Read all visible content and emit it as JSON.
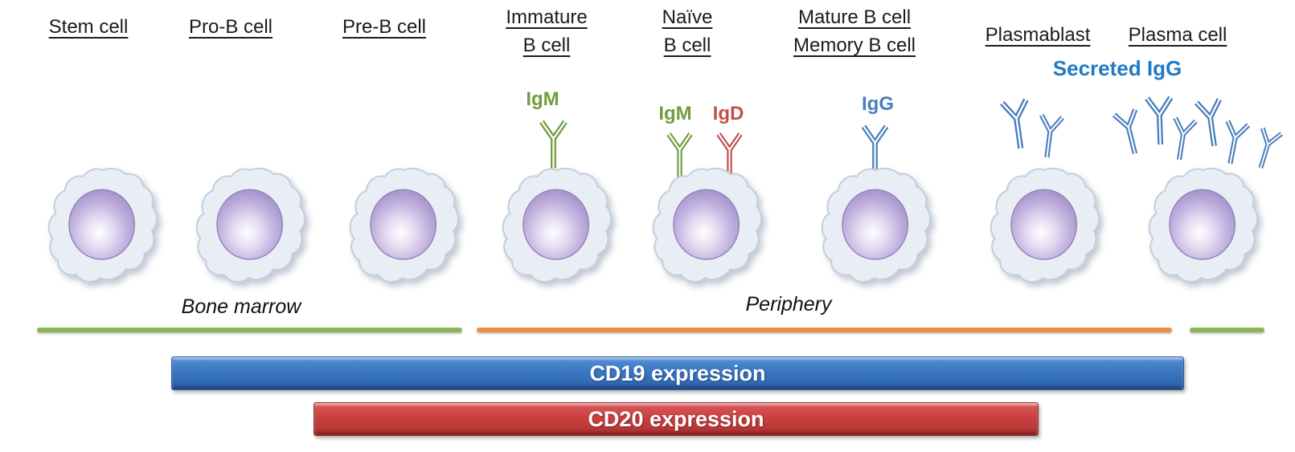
{
  "stages": [
    {
      "lines": [
        "Stem cell",
        ""
      ]
    },
    {
      "lines": [
        "Pro-B cell",
        ""
      ]
    },
    {
      "lines": [
        "Pre-B cell",
        ""
      ]
    },
    {
      "lines": [
        "Immature",
        "B cell"
      ]
    },
    {
      "lines": [
        "Naïve",
        "B cell"
      ]
    },
    {
      "lines": [
        "Mature B cell",
        "Memory B cell"
      ]
    },
    {
      "lines": [
        "Plasmablast",
        ""
      ]
    },
    {
      "lines": [
        "Plasma cell",
        ""
      ]
    }
  ],
  "receptors": {
    "immature_igm": "IgM",
    "naive_igm": "IgM",
    "naive_igd": "IgD",
    "mature_igg": "IgG",
    "secreted": "Secreted IgG"
  },
  "regions": {
    "bone_marrow": {
      "label": "Bone marrow",
      "color": "#8cb556"
    },
    "periphery": {
      "label": "Periphery",
      "color": "#ee8e40"
    },
    "return_segment_color": "#8cb556"
  },
  "bars": [
    {
      "label": "CD19 expression",
      "color": "#3a76c2"
    },
    {
      "label": "CD20 expression",
      "color": "#cb4040"
    }
  ],
  "colors": {
    "igm_green": "#6f9e3e",
    "igd_red": "#c0504d",
    "igg_blue": "#4a7ebb",
    "secreted_blue": "#1f7ac5",
    "nucleus_purple": "#9c89c4",
    "cytoplasm": "#e9eef5"
  }
}
